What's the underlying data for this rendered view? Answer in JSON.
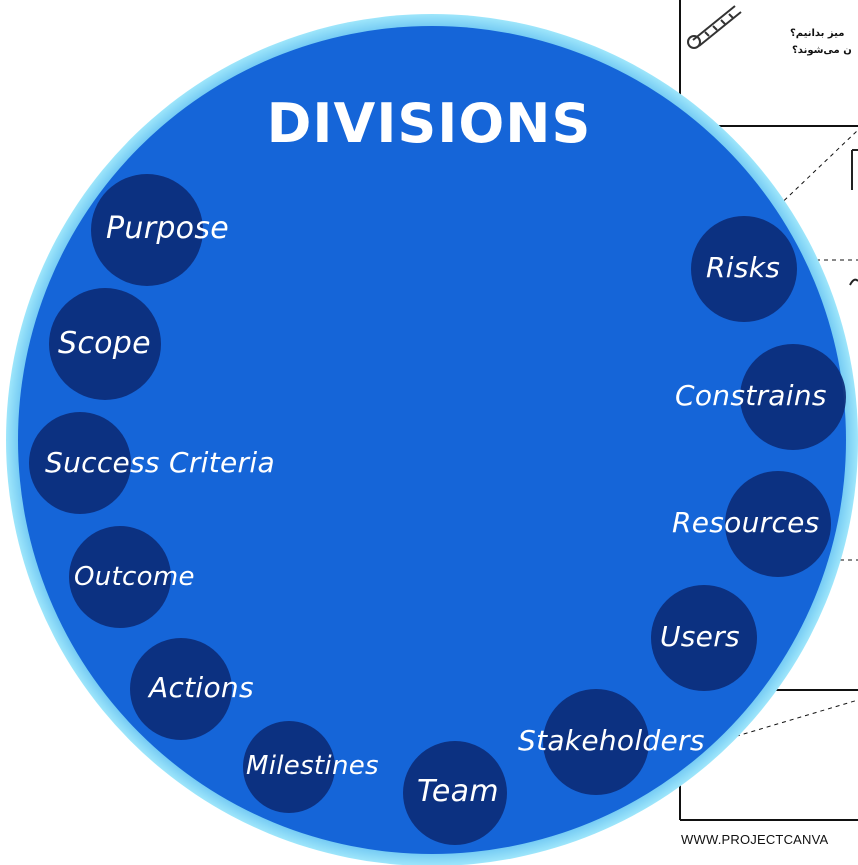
{
  "background": {
    "rtl_line_1": "میز بدانیم؟",
    "rtl_line_2": "ن می‌شوند؟",
    "footer_url": "WWW.PROJECTCANVA"
  },
  "diagram": {
    "title": "DIVISIONS",
    "colors": {
      "disc": "#1565d8",
      "ring": "#7fd7f5",
      "bubble": "#0c2d7a"
    },
    "divisions": [
      "Purpose",
      "Scope",
      "Success Criteria",
      "Outcome",
      "Actions",
      "Milestines",
      "Team",
      "Stakeholders",
      "Users",
      "Resources",
      "Constrains",
      "Risks"
    ]
  }
}
